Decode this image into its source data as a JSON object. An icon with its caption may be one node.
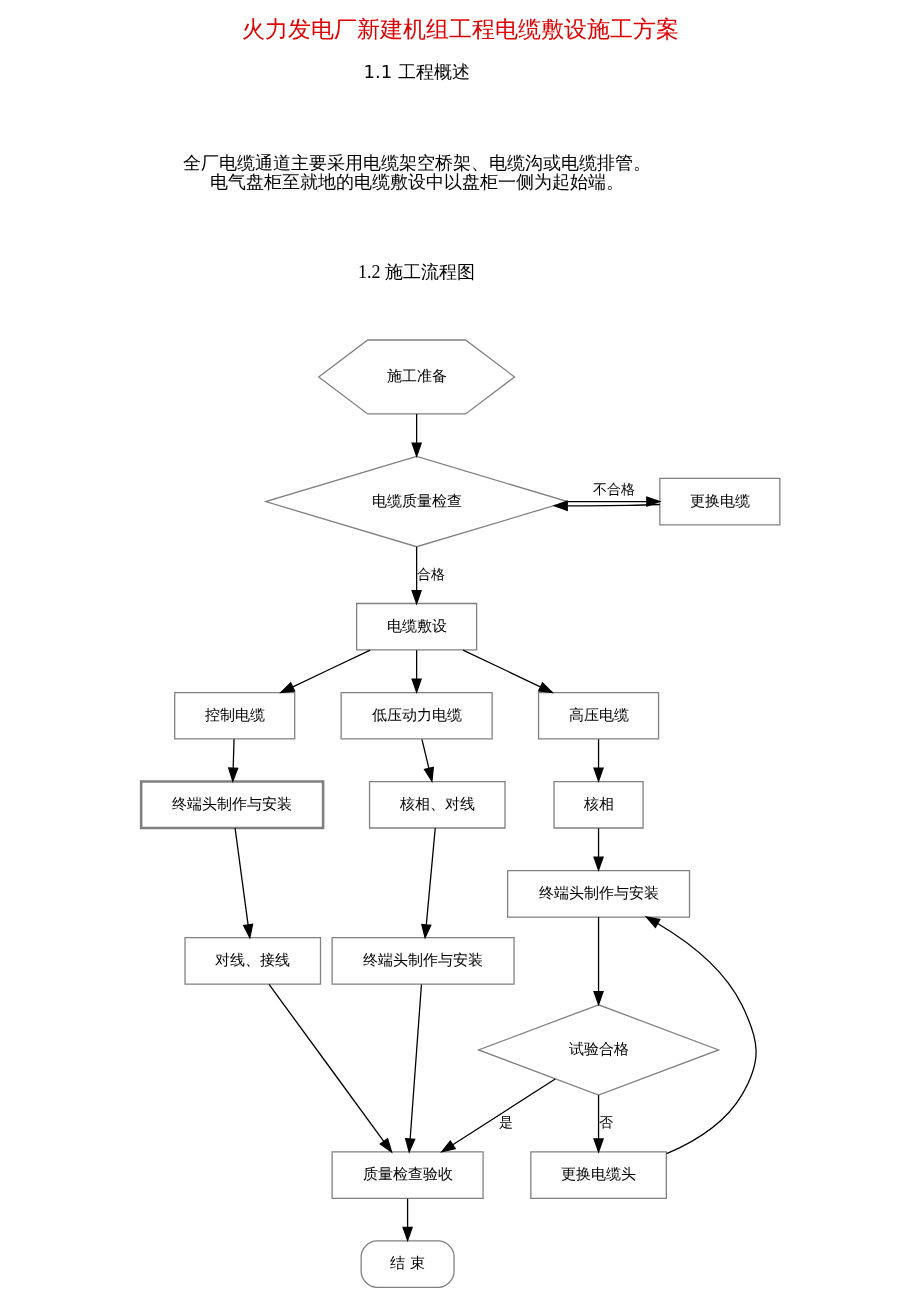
{
  "diagram": {
    "title": "火力发电厂新建机组工程电缆敷设施工方案",
    "nodes": [
      {
        "text": [
          "施工准备"
        ]
      },
      {
        "text": [
          "电缆质量检查"
        ]
      },
      {
        "text": [
          "更换电缆"
        ]
      },
      {
        "text": [
          "电缆敷设"
        ]
      },
      {
        "text": [
          "控制电缆"
        ]
      },
      {
        "text": [
          "低压动力电缆"
        ]
      },
      {
        "text": [
          "高压电缆"
        ]
      },
      {
        "text": [
          "终端头制作与安装"
        ]
      },
      {
        "text": [
          "核相、对线"
        ]
      },
      {
        "text": [
          "核相"
        ]
      },
      {
        "text": [
          "对线、接线"
        ]
      },
      {
        "text": [
          "终端头制作与安装"
        ]
      },
      {
        "text": [
          "终端头制作与安装"
        ]
      },
      {
        "text": [
          "试验合格"
        ]
      },
      {
        "text": [
          "更换电缆头"
        ]
      },
      {
        "text": [
          "质量检查验收"
        ]
      },
      {
        "text": [
          "结 束"
        ]
      }
    ],
    "edges": [
      {
        "from": 0,
        "to": 1,
        "arrow": "to"
      },
      {
        "from": 1,
        "to": 2,
        "arrow": "to",
        "label": "不合格"
      },
      {
        "from": 2,
        "to": 1,
        "arrow": "to"
      },
      {
        "from": 1,
        "to": 3,
        "arrow": "to",
        "label": "合格"
      },
      {
        "from": 3,
        "to": 4,
        "arrow": "to"
      },
      {
        "from": 3,
        "to": 5,
        "arrow": "to"
      },
      {
        "from": 3,
        "to": 6,
        "arrow": "to"
      },
      {
        "from": 4,
        "to": 7,
        "arrow": "to"
      },
      {
        "from": 5,
        "to": 8,
        "arrow": "to"
      },
      {
        "from": 6,
        "to": 9,
        "arrow": "to"
      },
      {
        "from": 7,
        "to": 10,
        "arrow": "to"
      },
      {
        "from": 8,
        "to": 11,
        "arrow": "to"
      },
      {
        "from": 9,
        "to": 12,
        "arrow": "to"
      },
      {
        "from": 12,
        "to": 13,
        "arrow": "to"
      },
      {
        "from": 13,
        "to": 14,
        "arrow": "to",
        "label": "否"
      },
      {
        "from": 14,
        "to": 12,
        "arrow": "to"
      },
      {
        "from": 10,
        "to": 15,
        "arrow": "to"
      },
      {
        "from": 11,
        "to": 15,
        "arrow": "to"
      },
      {
        "from": 13,
        "to": 15,
        "arrow": "to",
        "label": "是"
      },
      {
        "from": 15,
        "to": 16,
        "arrow": "to"
      }
    ],
    "labels": [
      "1.1 工程概述",
      "全厂电缆通道主要采用电缆架空桥架、电缆沟或电缆排管。电气盘柜至就地的电缆敷设中以盘柜一侧为起始端。",
      "1.2 施工流程图"
    ]
  }
}
